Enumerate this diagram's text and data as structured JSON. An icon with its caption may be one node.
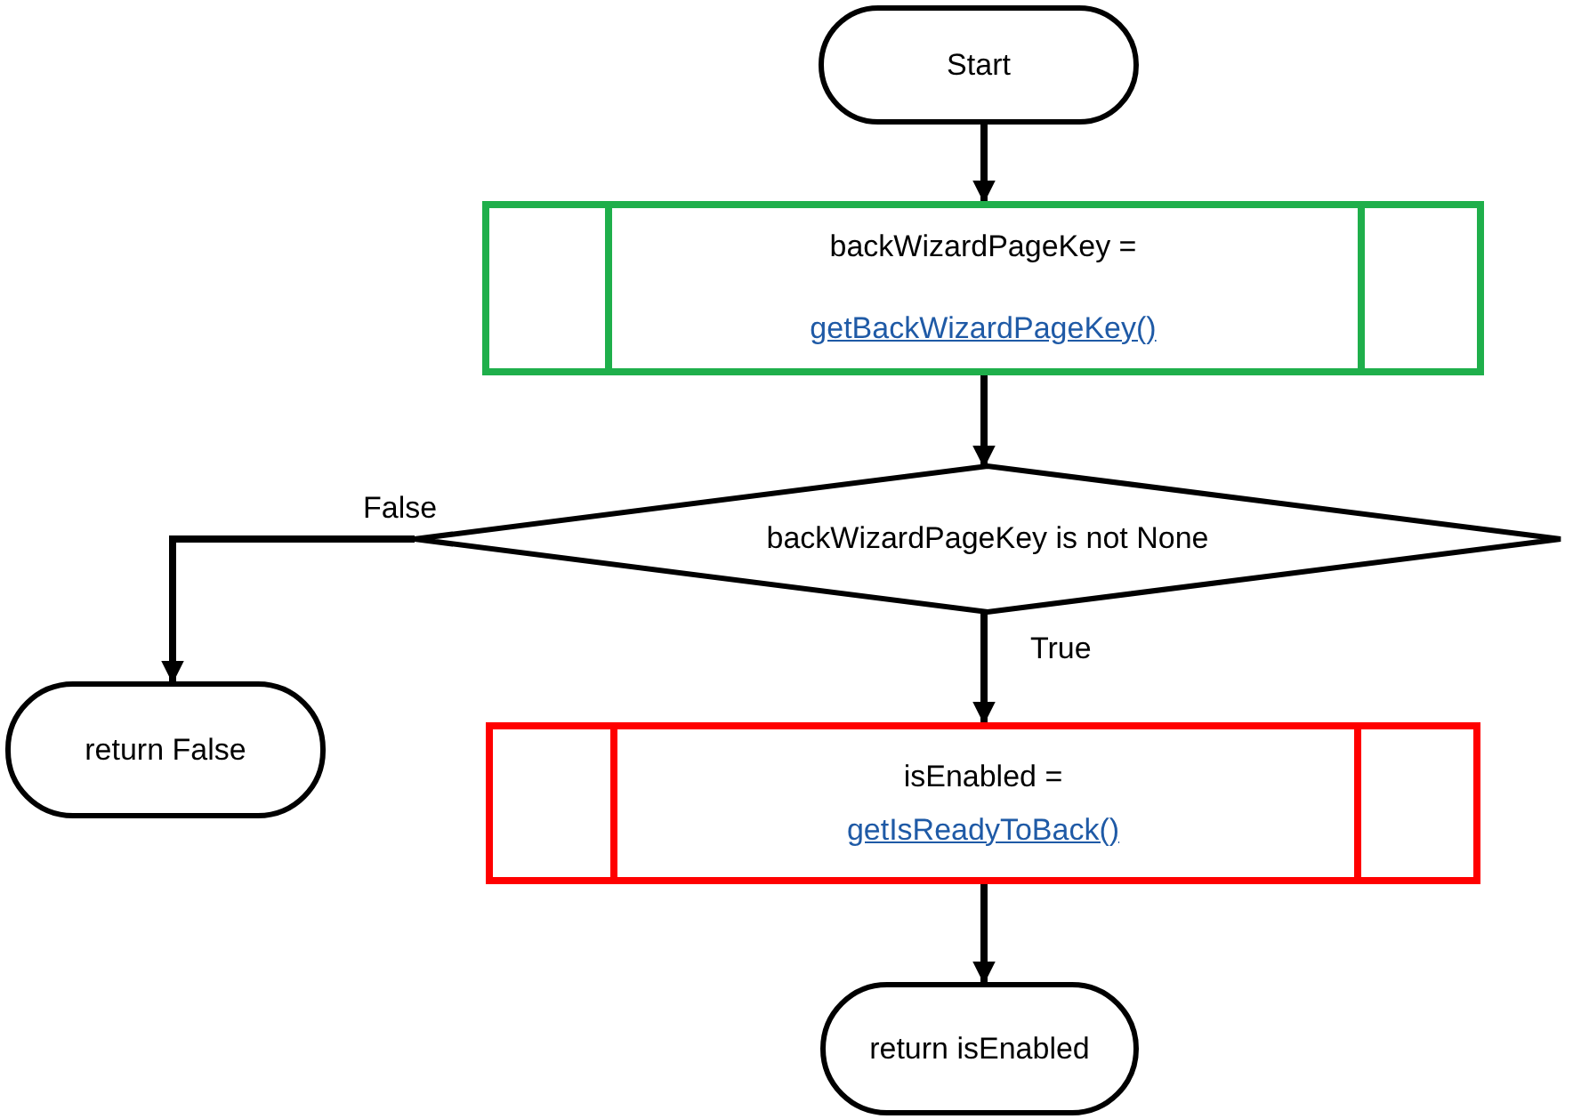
{
  "diagram": {
    "nodes": [
      {
        "text": [
          "Start"
        ]
      },
      {
        "text": [
          "backWizardPageKey =",
          "getBackWizardPageKey()"
        ]
      },
      {
        "text": [
          "backWizardPageKey is not None"
        ]
      },
      {
        "text": [
          "return False"
        ]
      },
      {
        "text": [
          "isEnabled =",
          "getIsReadyToBack()"
        ]
      },
      {
        "text": [
          "return isEnabled"
        ]
      }
    ],
    "edges": [
      {
        "from": 0,
        "to": 1,
        "arrow": "to"
      },
      {
        "from": 1,
        "to": 2,
        "arrow": "to"
      },
      {
        "from": 2,
        "to": 3,
        "arrow": "to",
        "label": "False"
      },
      {
        "from": 2,
        "to": 4,
        "arrow": "to",
        "label": "True"
      },
      {
        "from": 4,
        "to": 5,
        "arrow": "to"
      }
    ]
  }
}
